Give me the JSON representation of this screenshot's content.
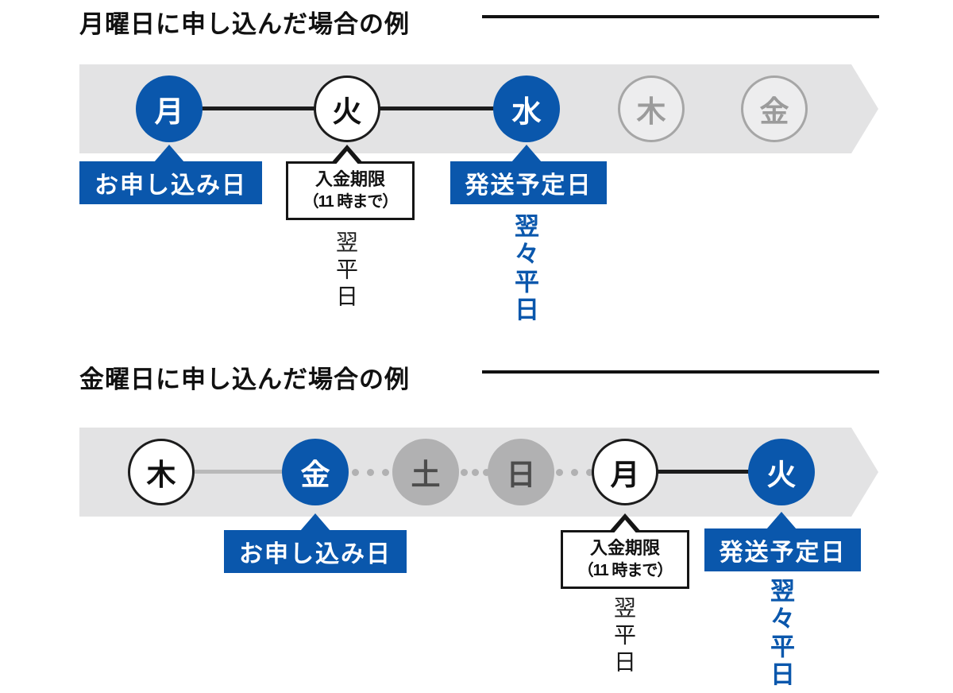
{
  "colors": {
    "accent_blue": "#0a57ac",
    "band_gray": "#e3e3e4",
    "weekend_circle_gray": "#b1b1b2",
    "future_circle_gray": "#ededee",
    "line_black": "#1c1c1c"
  },
  "sections": [
    {
      "title": "月曜日に申し込んだ場合の例",
      "days": [
        {
          "label": "月",
          "state": "application-day"
        },
        {
          "label": "火",
          "state": "weekday"
        },
        {
          "label": "水",
          "state": "shipping-day"
        },
        {
          "label": "木",
          "state": "future"
        },
        {
          "label": "金",
          "state": "future"
        }
      ],
      "callouts": {
        "application": "お申し込み日",
        "deadline_line1": "入金期限",
        "deadline_line2": "（11 時まで）",
        "shipping": "発送予定日"
      },
      "notes": {
        "next_weekday": "翌平日",
        "second_next_weekday": "翌々平日"
      }
    },
    {
      "title": "金曜日に申し込んだ場合の例",
      "days": [
        {
          "label": "木",
          "state": "weekday"
        },
        {
          "label": "金",
          "state": "application-day"
        },
        {
          "label": "土",
          "state": "weekend"
        },
        {
          "label": "日",
          "state": "weekend"
        },
        {
          "label": "月",
          "state": "weekday"
        },
        {
          "label": "火",
          "state": "shipping-day"
        }
      ],
      "callouts": {
        "application": "お申し込み日",
        "deadline_line1": "入金期限",
        "deadline_line2": "（11 時まで）",
        "shipping": "発送予定日"
      },
      "notes": {
        "next_weekday": "翌平日",
        "second_next_weekday": "翌々平日"
      }
    }
  ]
}
